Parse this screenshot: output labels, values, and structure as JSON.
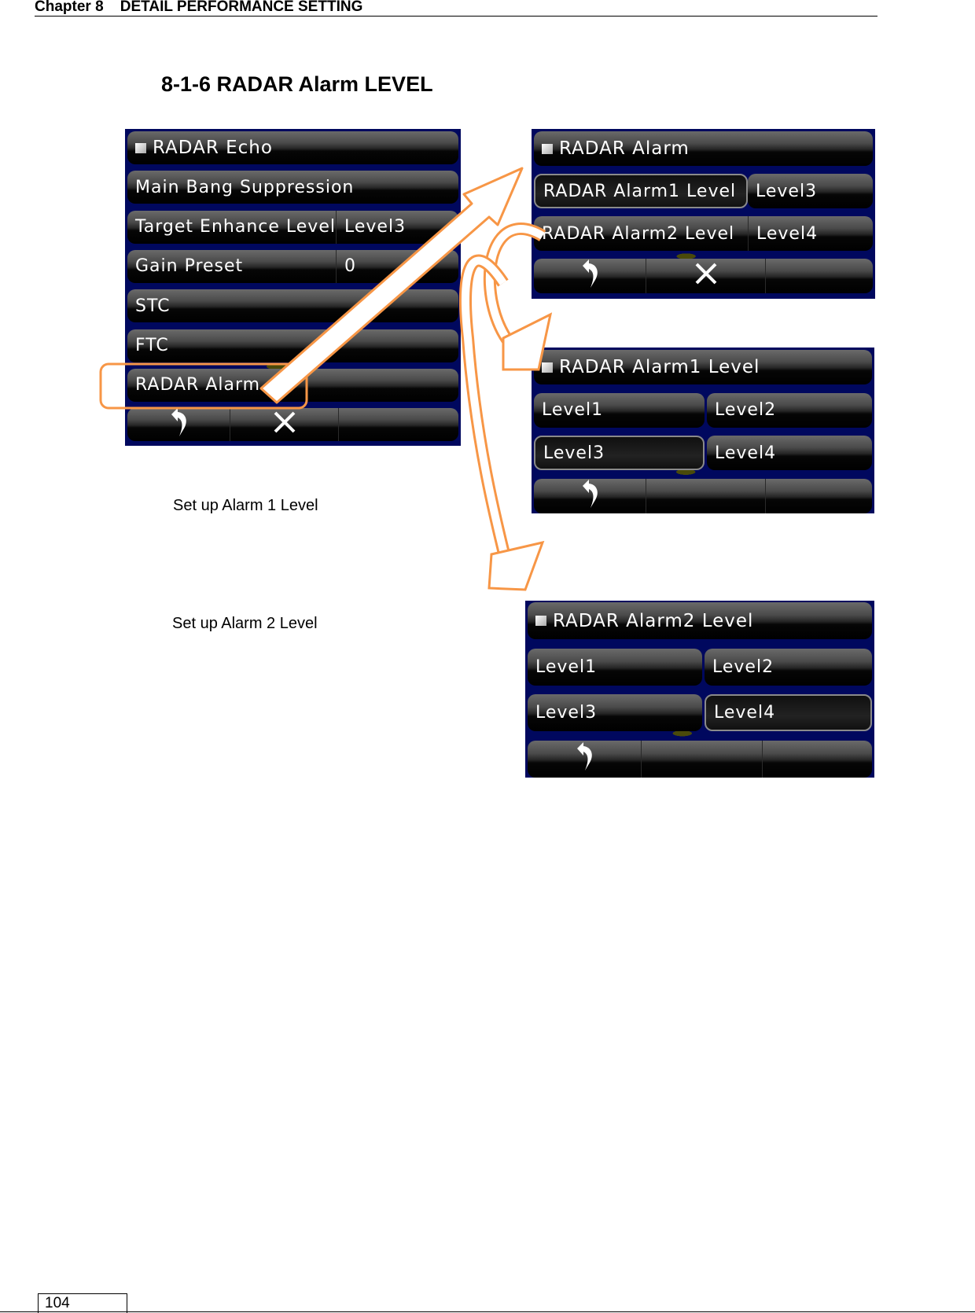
{
  "header": {
    "chapter": "Chapter 8",
    "chapter_title": "DETAIL PERFORMANCE SETTING"
  },
  "section_title": "8-1-6 RADAR Alarm LEVEL",
  "captions": {
    "alarm1": "Set up Alarm 1 Level",
    "alarm2": "Set up Alarm 2 Level"
  },
  "page_number": "104",
  "colors": {
    "annotation": "#f79646",
    "panel_bg": "#00085e"
  },
  "panels": [
    {
      "id": "radar-echo-menu",
      "title": "RADAR Echo",
      "rows": [
        {
          "label": "Main Bang Suppression"
        },
        {
          "label": "Target Enhance Level",
          "value": "Level3"
        },
        {
          "label": "Gain Preset",
          "value": "0"
        },
        {
          "label": "STC"
        },
        {
          "label": "FTC"
        },
        {
          "label": "RADAR Alarm",
          "highlighted": true
        }
      ],
      "bottom": [
        "back-icon",
        "close-icon",
        ""
      ]
    },
    {
      "id": "radar-alarm-menu",
      "title": "RADAR Alarm",
      "rows": [
        {
          "label": "RADAR Alarm1 Level",
          "value": "Level3",
          "selected": true
        },
        {
          "label": "RADAR Alarm2 Level",
          "value": "Level4"
        }
      ],
      "bottom": [
        "back-icon",
        "close-icon",
        ""
      ]
    },
    {
      "id": "radar-alarm1-level-menu",
      "title": "RADAR Alarm1 Level",
      "options": [
        "Level1",
        "Level2",
        "Level3",
        "Level4"
      ],
      "selected": "Level3",
      "bottom": [
        "back-icon",
        "",
        ""
      ]
    },
    {
      "id": "radar-alarm2-level-menu",
      "title": "RADAR Alarm2 Level",
      "options": [
        "Level1",
        "Level2",
        "Level3",
        "Level4"
      ],
      "selected": "Level4",
      "bottom": [
        "back-icon",
        "",
        ""
      ]
    }
  ]
}
